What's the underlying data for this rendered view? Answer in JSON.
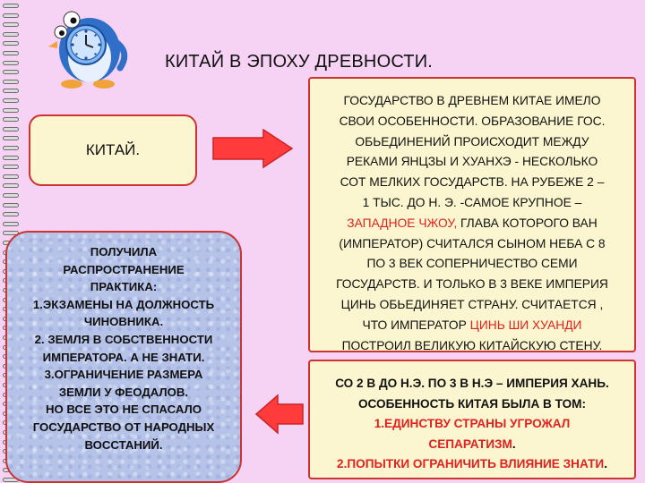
{
  "title": "КИТАЙ В ЭПОХУ ДРЕВНОСТИ.",
  "china_box": {
    "label": "КИТАЙ."
  },
  "practice_box": {
    "lines": [
      "ПОЛУЧИЛА",
      "РАСПРОСТРАНЕНИЕ",
      "ПРАКТИКА:",
      "1.ЭКЗАМЕНЫ НА ДОЛЖНОСТЬ",
      "ЧИНОВНИКА.",
      "2. ЗЕМЛЯ В СОБСТВЕННОСТИ",
      "ИМПЕРАТОРА. А НЕ ЗНАТИ.",
      "3.ОГРАНИЧЕНИЕ РАЗМЕРА",
      "ЗЕМЛИ У ФЕОДАЛОВ.",
      "НО ВСЕ ЭТО НЕ СПАСАЛО",
      "ГОСУДАРСТВО ОТ НАРОДНЫХ",
      "ВОССТАНИЙ."
    ]
  },
  "state_box": {
    "line1": "ГОСУДАРСТВО В ДРЕВНЕМ КИТАЕ ИМЕЛО",
    "line2": "СВОИ ОСОБЕННОСТИ. ОБРАЗОВАНИЕ ГОС.",
    "line3": "ОБЬЕДИНЕНИЙ ПРОИСХОДИТ МЕЖДУ",
    "line4": "РЕКАМИ ЯНЦЗЫ И ХУАНХЭ - НЕСКОЛЬКО",
    "line5": "СОТ МЕЛКИХ ГОСУДАРСТВ. НА РУБЕЖЕ 2 –",
    "line6": "1 ТЫС. ДО Н. Э. -САМОЕ КРУПНОЕ –",
    "line7_red": "ЗАПАДНОЕ ЧЖОУ,",
    "line7_rest": " ГЛАВА КОТОРОГО ВАН",
    "line8": "(ИМПЕРАТОР) СЧИТАЛСЯ СЫНОМ НЕБА С 8",
    "line9": "ПО 3 ВЕК СОПЕРНИЧЕСТВО СЕМИ",
    "line10": "ГОСУДАРСТВ. И ТОЛЬКО В 3 ВЕКЕ ИМПЕРИЯ",
    "line11": "ЦИНЬ ОБЬЕДИНЯЕТ СТРАНУ. СЧИТАЕТСЯ ,",
    "line12_a": "ЧТО ИМПЕРАТОР ",
    "line12_red": "ЦИНЬ ШИ ХУАНДИ",
    "line13": "ПОСТРОИЛ ВЕЛИКУЮ КИТАЙСКУЮ СТЕНУ."
  },
  "han_box": {
    "line1": "СО 2 В ДО Н.Э. ПО 3 В Н.Э – ИМПЕРИЯ ХАНЬ.",
    "line2": "ОСОБЕННОСТЬ КИТАЯ БЫЛА В ТОМ:",
    "line3_red": "1.ЕДИНСТВУ СТРАНЫ УГРОЖАЛ",
    "line4_red": "СЕПАРАТИЗМ",
    "line4_dot": ".",
    "line5": "2.ПОПЫТКИ ОГРАНИЧИТЬ ВЛИЯНИЕ ЗНАТИ",
    "line5_dot": "."
  },
  "colors": {
    "background": "#f6d2f4",
    "box_yellow": "#fbf6cf",
    "box_blue": "#b6c3e8",
    "border_red": "#cc3333",
    "arrow_fill": "#ff3b3b",
    "accent_red": "#e1211f"
  },
  "icons": {
    "mascot": "penguin-clock-icon",
    "arrow_right": "arrow-right-icon",
    "arrow_left": "arrow-left-icon"
  }
}
